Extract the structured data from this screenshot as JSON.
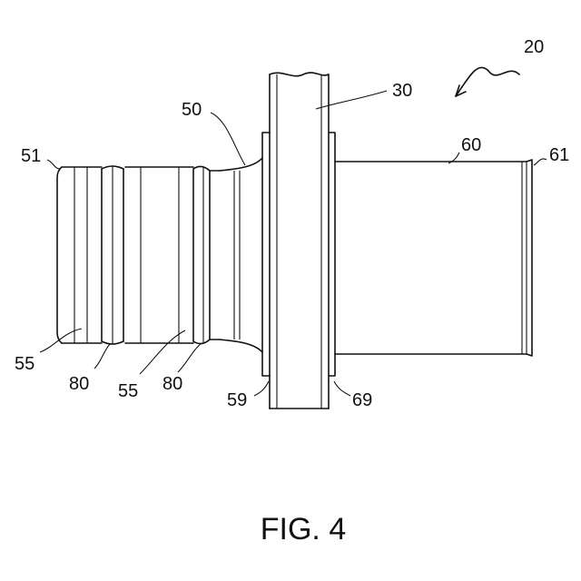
{
  "figure": {
    "caption": "FIG. 4",
    "labels": {
      "assembly": "20",
      "wall": "30",
      "inlet_fitting": "50",
      "inlet_end": "51",
      "ridge_left": "55",
      "ridge_right": "55",
      "groove_left": "80",
      "groove_right": "80",
      "inlet_flange": "59",
      "outlet_tube": "60",
      "outlet_end": "61",
      "outlet_flange": "69"
    }
  }
}
